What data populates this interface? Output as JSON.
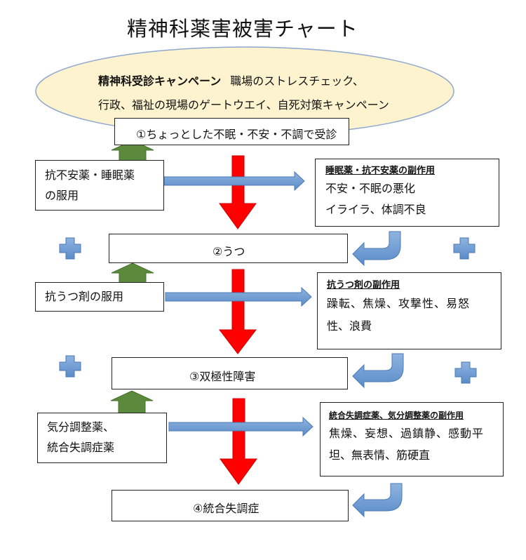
{
  "title": "精神科薬害被害チャート",
  "campaign": {
    "line1_bold": "精神科受診キャンペーン",
    "line1_rest": "職場のストレスチェック、",
    "line2": "行政、福祉の現場のゲートウエイ、自死対策キャンペーン"
  },
  "stages": [
    {
      "label": "①ちょっとした不眠・不安・不調で受診"
    },
    {
      "label": "②うつ"
    },
    {
      "label": "③双極性障害"
    },
    {
      "label": "④統合失調症"
    }
  ],
  "drugs": [
    {
      "lines": [
        "抗不安薬・睡眠薬",
        "の服用"
      ]
    },
    {
      "lines": [
        "抗うつ剤の服用"
      ]
    },
    {
      "lines": [
        "気分調整薬、",
        "統合失調症薬"
      ]
    }
  ],
  "side_effects": [
    {
      "heading": "睡眠薬・抗不安薬の副作用",
      "lines": [
        "不安・不眠の悪化",
        "イライラ、体調不良"
      ]
    },
    {
      "heading": "抗うつ剤の副作用",
      "lines": [
        "躁転、焦燥、攻撃性、易怒",
        "性、浪費"
      ]
    },
    {
      "heading": "統合失調症薬、気分調整薬の副作用",
      "lines": [
        "焦燥、妄想、過鎮静、感動平",
        "坦、無表情、筋硬直"
      ]
    }
  ],
  "colors": {
    "ellipse_fill": "#fdf3cf",
    "ellipse_stroke": "#8fa7cf",
    "red_arrow": "#ff0000",
    "blue_arrow": "#6c9bd2",
    "green_arrow": "#5b8a3c",
    "plus": "#6c9bd2"
  },
  "icons": [
    "plus-icon",
    "down-arrow-icon",
    "right-arrow-icon",
    "up-arrow-icon",
    "return-arrow-icon"
  ]
}
